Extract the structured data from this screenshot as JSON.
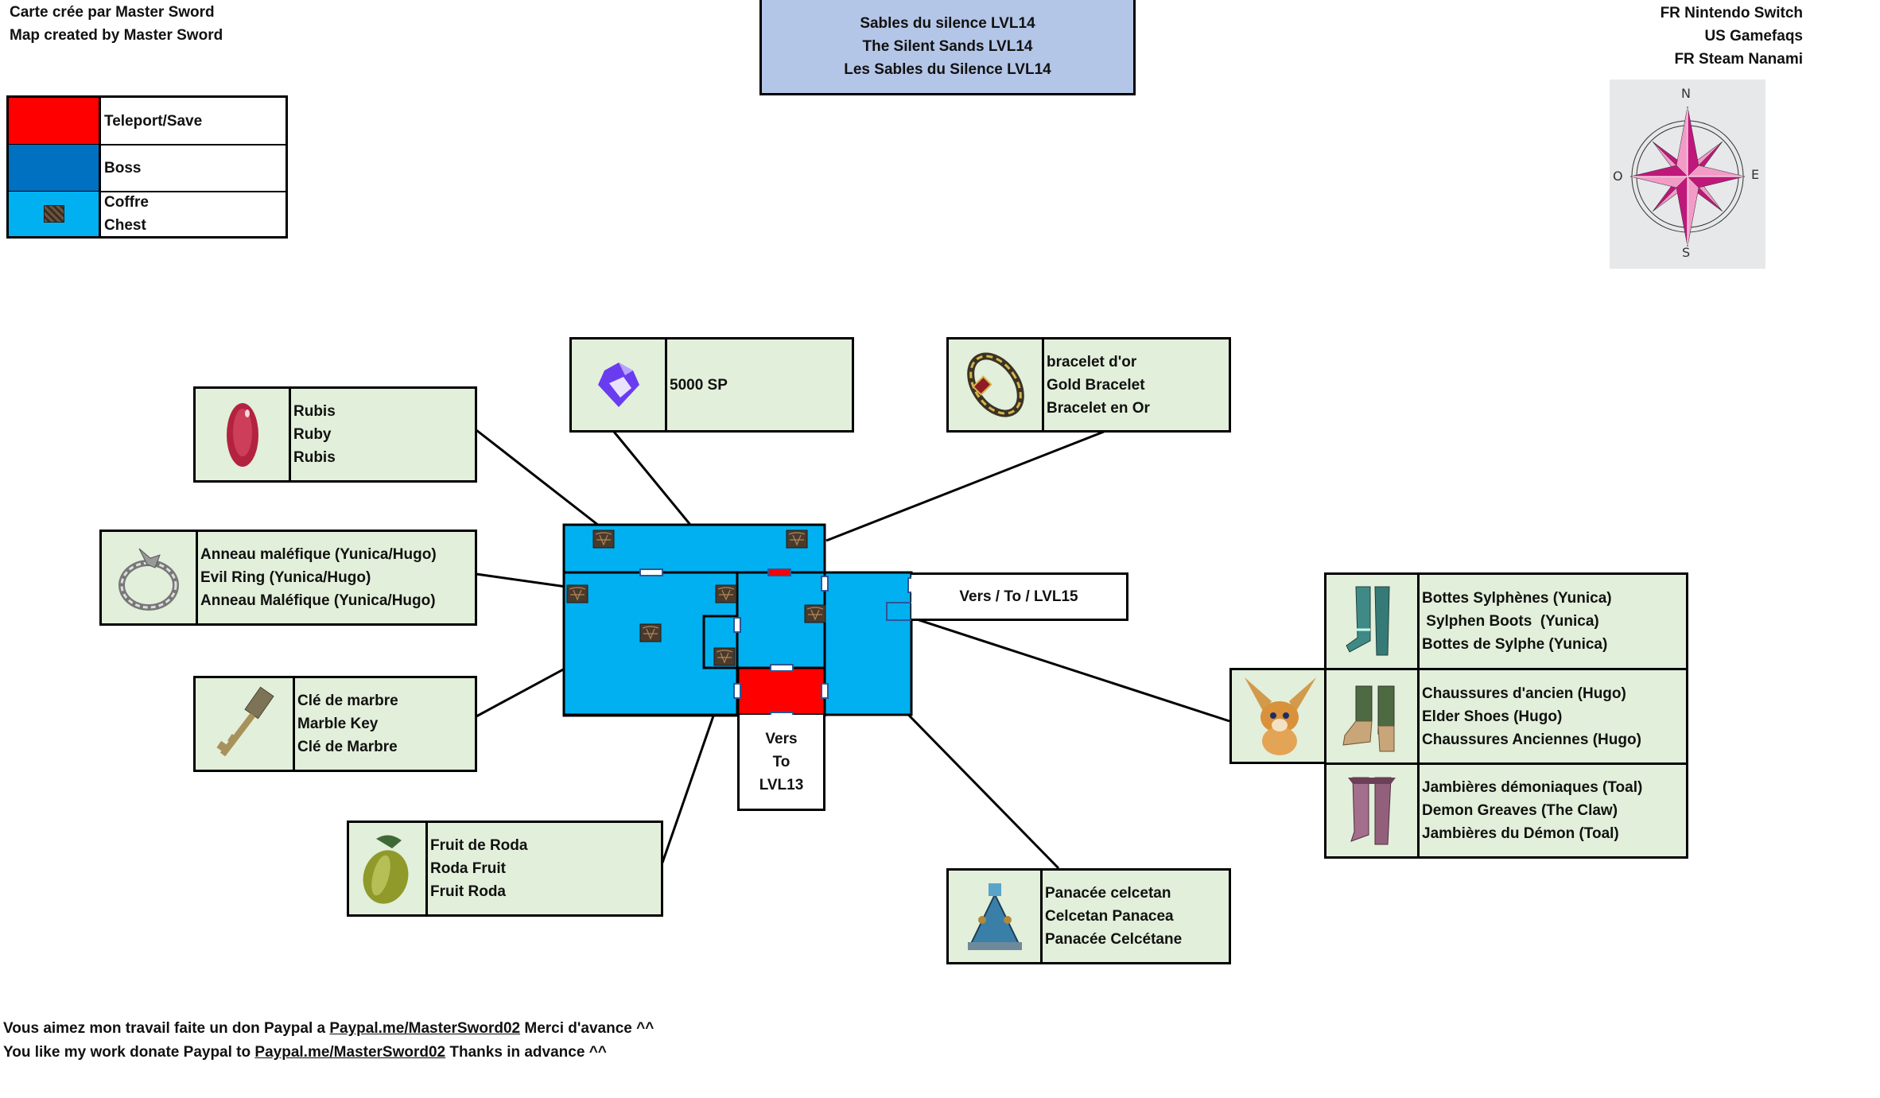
{
  "credits": {
    "line1": "Carte crée par Master Sword",
    "line2": "Map created by Master Sword"
  },
  "legend": [
    {
      "color": "#ff0000",
      "label": "Teleport/Save",
      "icon": ""
    },
    {
      "color": "#0070c0",
      "label": "Boss",
      "icon": ""
    },
    {
      "color": "#00b0f0",
      "label_lines": [
        "Coffre",
        "Chest"
      ],
      "icon": "chest-icon"
    }
  ],
  "title": {
    "line1": "Sables du silence LVL14",
    "line2": "The Silent Sands LVL14",
    "line3": "Les Sables du Silence LVL14"
  },
  "platforms": [
    "FR Nintendo Switch",
    "US Gamefaqs",
    "FR Steam Nanami"
  ],
  "compass": {
    "north": "N",
    "south": "S",
    "east": "E",
    "west": "O"
  },
  "colors": {
    "room": "#00b0f0",
    "teleport": "#ff0000",
    "boss": "#0070c0",
    "item_bg": "#e2efda",
    "title_bg": "#b4c6e7",
    "door_border": "#2f5597",
    "compass_dark": "#c0177a",
    "compass_light": "#f29bc6"
  },
  "items": {
    "ruby": {
      "icon": "ruby-gem-icon",
      "lines": [
        "Rubis",
        "Ruby",
        "Rubis"
      ]
    },
    "evil_ring": {
      "icon": "ring-icon",
      "lines": [
        "Anneau maléfique (Yunica/Hugo)",
        "Evil Ring (Yunica/Hugo)",
        "Anneau Maléfique (Yunica/Hugo)"
      ]
    },
    "sp": {
      "icon": "crystal-icon",
      "lines": [
        "5000 SP"
      ]
    },
    "bracelet": {
      "icon": "bracelet-icon",
      "lines": [
        "bracelet d'or",
        "Gold Bracelet",
        "Bracelet en Or"
      ]
    },
    "marble_key": {
      "icon": "key-icon",
      "lines": [
        "Clé de marbre",
        "Marble Key",
        "Clé de Marbre"
      ]
    },
    "roda_fruit": {
      "icon": "fruit-icon",
      "lines": [
        "Fruit de Roda",
        "Roda Fruit",
        "Fruit Roda"
      ]
    },
    "panacea": {
      "icon": "potion-icon",
      "lines": [
        "Panacée celcetan",
        "Celcetan Panacea",
        "Panacée Celcétane"
      ]
    },
    "boss_drops": [
      {
        "icon": "boots-icon",
        "lines": [
          "Bottes Sylphènes (Yunica)",
          " Sylphen Boots  (Yunica)",
          "Bottes de Sylphe (Yunica)"
        ]
      },
      {
        "icon": "shoes-icon",
        "lines": [
          "Chaussures d'ancien (Hugo)",
          "Elder Shoes (Hugo)",
          "Chaussures Anciennes (Hugo)"
        ]
      },
      {
        "icon": "greaves-icon",
        "lines": [
          "Jambières démoniaques (Toal)",
          "Demon Greaves (The Claw)",
          "Jambières du Démon (Toal)"
        ]
      }
    ],
    "boss": {
      "icon": "boss-creature-icon"
    }
  },
  "exits": {
    "lvl15": "Vers / To / LVL15",
    "lvl13": [
      "Vers",
      "To",
      "LVL13"
    ]
  },
  "donate": {
    "fr_before": "Vous aimez mon travail faite un don Paypal a ",
    "fr_link": "Paypal.me/MasterSword02",
    "fr_after": " Merci d'avance ^^",
    "en_before": "You like my work donate Paypal to ",
    "en_link": "Paypal.me/MasterSword02",
    "en_after": " Thanks in advance ^^"
  }
}
